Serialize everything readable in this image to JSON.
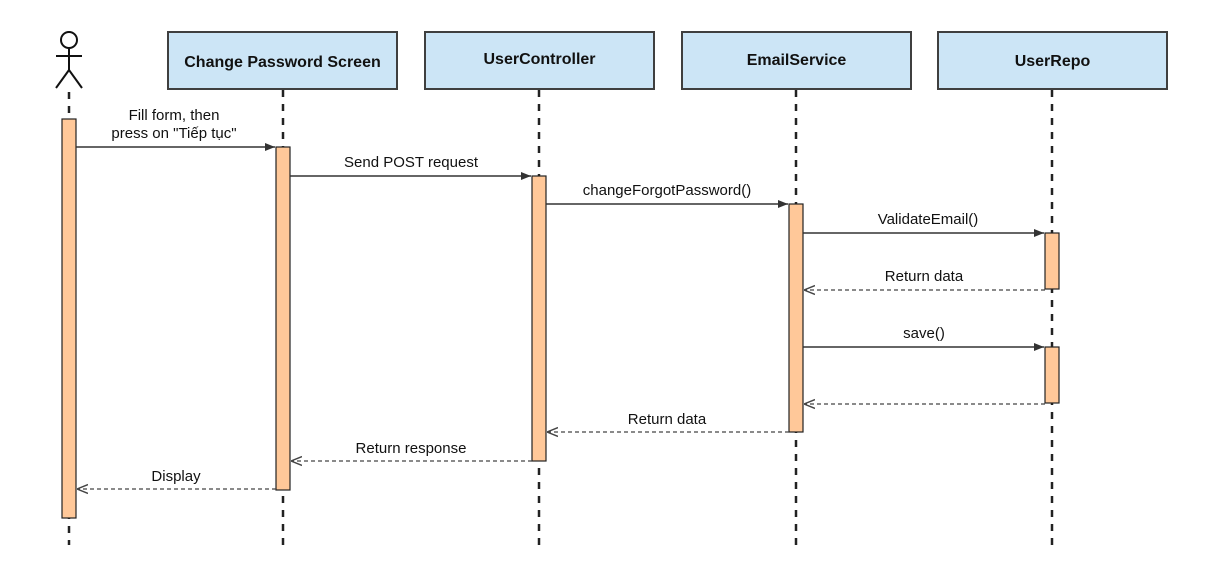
{
  "actor": {
    "name": ""
  },
  "participants": [
    {
      "id": "screen",
      "label": "Change Password Screen"
    },
    {
      "id": "controller",
      "label": "UserController"
    },
    {
      "id": "email",
      "label": "EmailService"
    },
    {
      "id": "repo",
      "label": "UserRepo"
    }
  ],
  "messages": [
    {
      "id": "m1",
      "from": "actor",
      "to": "screen",
      "kind": "call",
      "lines": [
        "Fill form, then",
        "press on \"Tiếp tục\""
      ]
    },
    {
      "id": "m2",
      "from": "screen",
      "to": "controller",
      "kind": "call",
      "lines": [
        "Send POST request"
      ]
    },
    {
      "id": "m3",
      "from": "controller",
      "to": "email",
      "kind": "call",
      "lines": [
        "changeForgotPassword()"
      ]
    },
    {
      "id": "m4",
      "from": "email",
      "to": "repo",
      "kind": "call",
      "lines": [
        "ValidateEmail()"
      ]
    },
    {
      "id": "m5",
      "from": "repo",
      "to": "email",
      "kind": "return",
      "lines": [
        "Return data"
      ]
    },
    {
      "id": "m6",
      "from": "email",
      "to": "repo",
      "kind": "call",
      "lines": [
        "save()"
      ]
    },
    {
      "id": "m7",
      "from": "repo",
      "to": "email",
      "kind": "return",
      "lines": []
    },
    {
      "id": "m8",
      "from": "email",
      "to": "controller",
      "kind": "return",
      "lines": [
        "Return data"
      ]
    },
    {
      "id": "m9",
      "from": "controller",
      "to": "screen",
      "kind": "return",
      "lines": [
        "Return response"
      ]
    },
    {
      "id": "m10",
      "from": "screen",
      "to": "actor",
      "kind": "return",
      "lines": [
        "Display"
      ]
    }
  ],
  "colors": {
    "participant_fill": "#cce5f6",
    "activation_fill": "#ffc899",
    "line": "#222222"
  }
}
